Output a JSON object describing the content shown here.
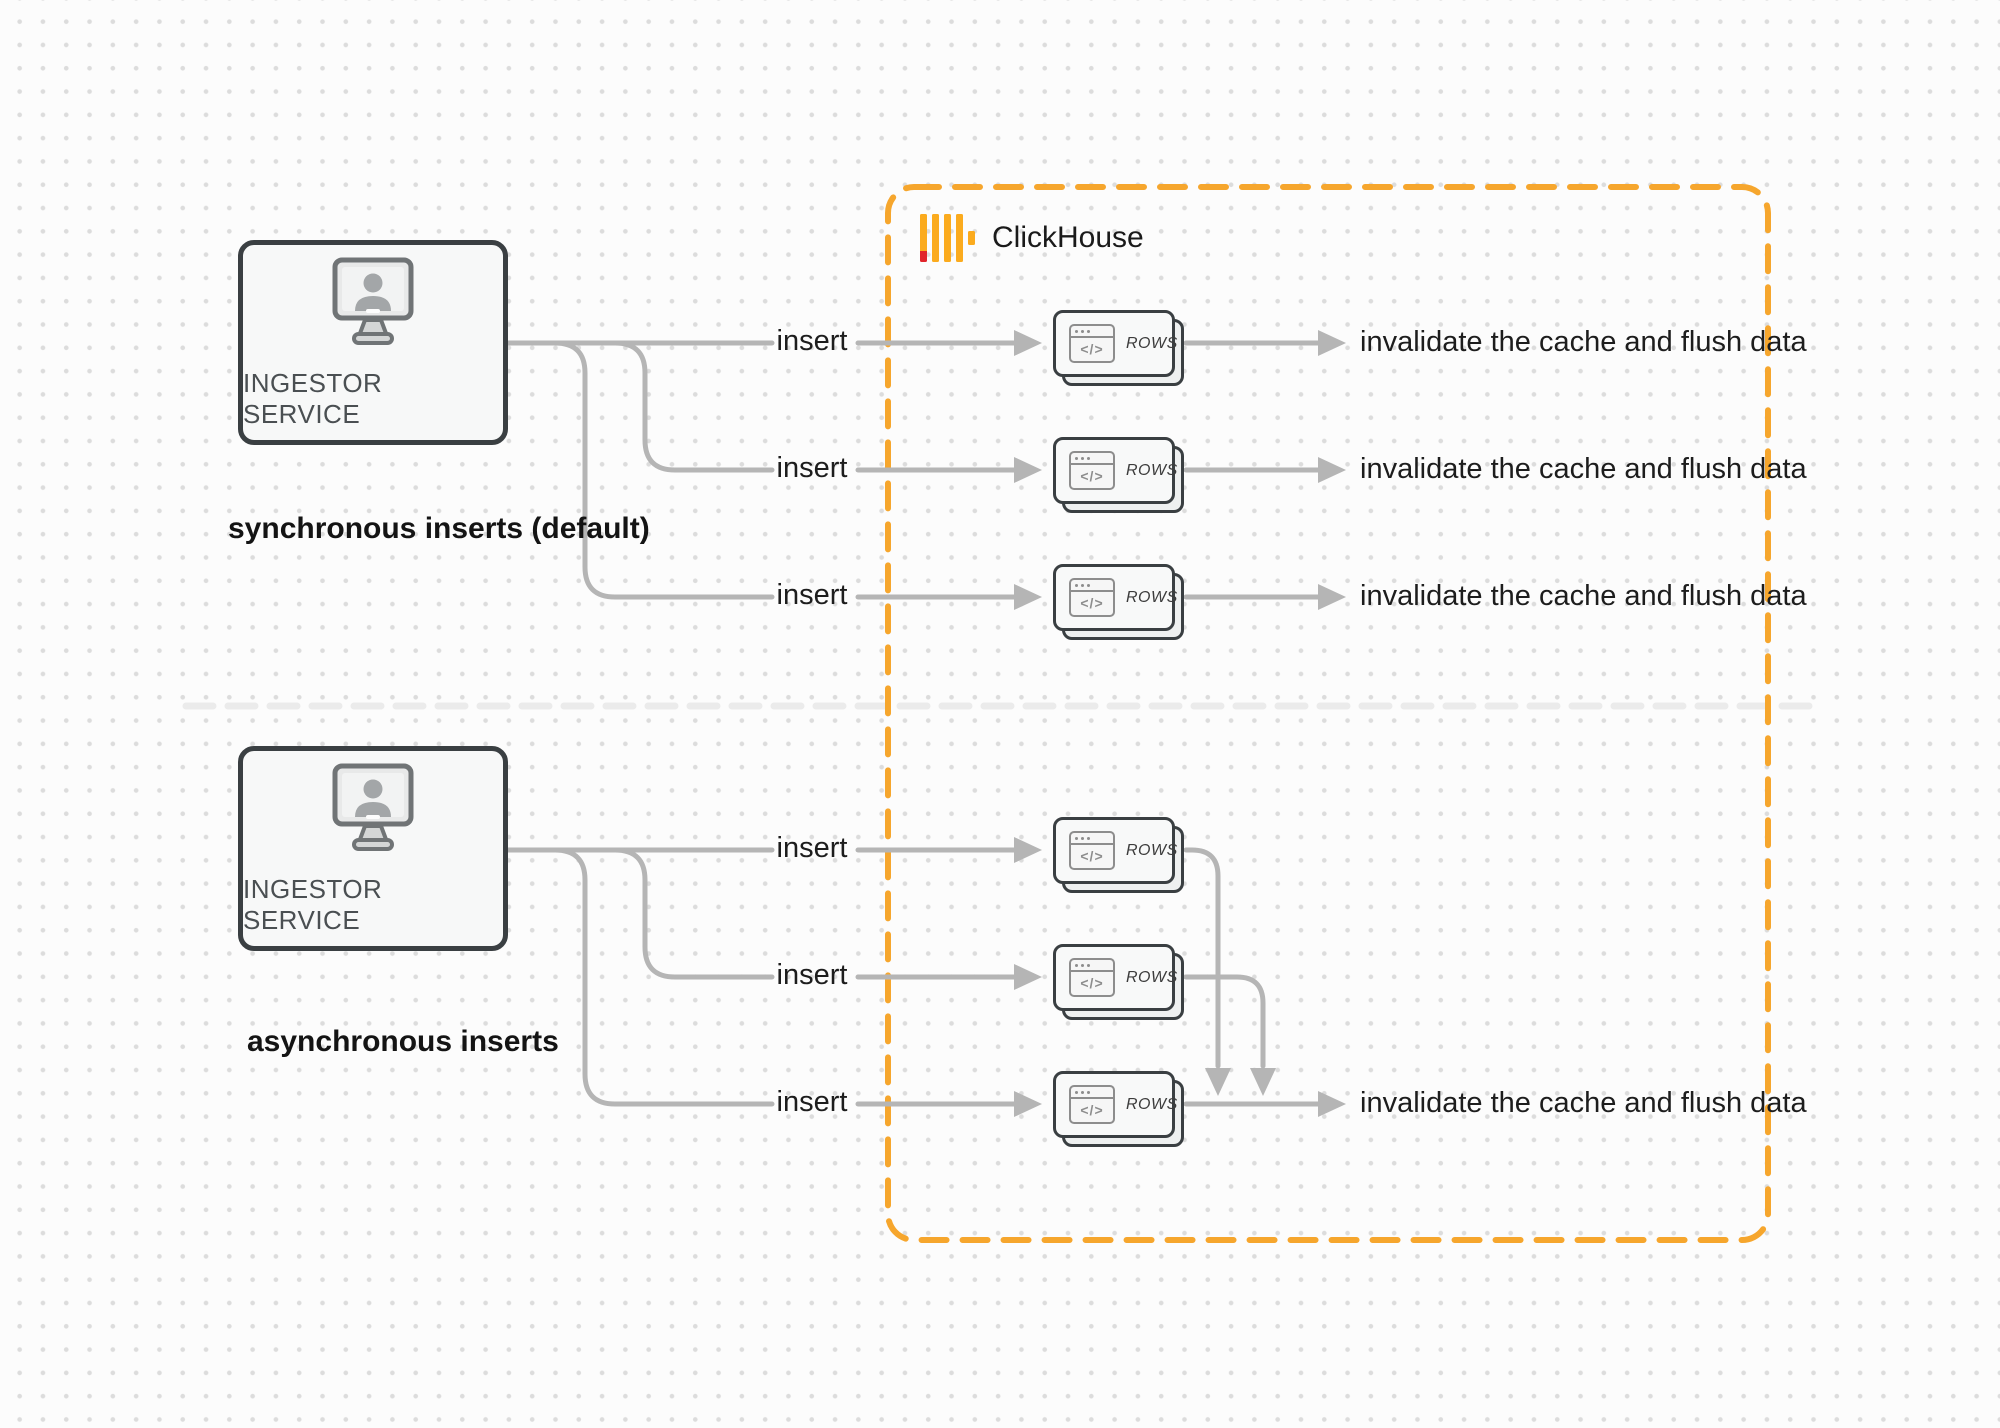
{
  "diagram": {
    "logo": {
      "label": "ClickHouse"
    },
    "icons": {
      "code_glyph": "</>"
    },
    "sections": {
      "sync": {
        "source_label": "INGESTOR SERVICE",
        "caption": "synchronous inserts (default)",
        "rows": [
          {
            "insert_label": "insert",
            "card_label": "ROWS",
            "result_label": "invalidate the cache and flush data"
          },
          {
            "insert_label": "insert",
            "card_label": "ROWS",
            "result_label": "invalidate the cache and flush data"
          },
          {
            "insert_label": "insert",
            "card_label": "ROWS",
            "result_label": "invalidate the cache and flush data"
          }
        ]
      },
      "async": {
        "source_label": "INGESTOR SERVICE",
        "caption": "asynchronous inserts",
        "rows": [
          {
            "insert_label": "insert",
            "card_label": "ROWS"
          },
          {
            "insert_label": "insert",
            "card_label": "ROWS"
          },
          {
            "insert_label": "insert",
            "card_label": "ROWS",
            "result_label": "invalidate the cache and flush data"
          }
        ]
      }
    },
    "colors": {
      "accent_orange": "#F6A62D",
      "logo_yellow": "#FBAB1E",
      "logo_red": "#E1252B",
      "connector_gray": "#B5B5B5",
      "divider_gray": "#EBEBEB",
      "box_border_dark": "#3A3F42"
    }
  }
}
